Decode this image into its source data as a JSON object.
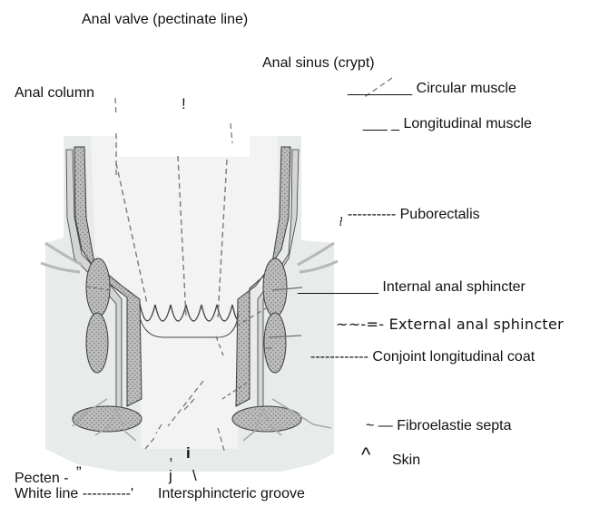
{
  "labels": {
    "anal_valve": "Anal valve (pectinate line)",
    "anal_sinus": "Anal sinus (crypt)",
    "anal_column": "Anal column",
    "circular_muscle": "________ Circular muscle",
    "longitudinal_muscle": "___ _ Longitudinal muscle",
    "puborectalis": ", ---------- Puborectalis",
    "internal_anal_sphincter": "__________ Internal anal sphincter",
    "external_anal_sphincter": "~~-=- External anal sphincter",
    "conjoint_longitudinal_coat": "------------ Conjoint longitudinal coat",
    "fibroelastic_septa": "~ — Fibroelastie septa",
    "skin_caret": "^",
    "skin": "Skin",
    "pecten": "Pecten -",
    "white_line": "White line ----------'",
    "intersphincteric_groove": "Intersphincteric groove"
  },
  "marks": {
    "exclaim": "!",
    "small_t": "t",
    "quote": "”",
    "comma": ",",
    "letter_i": "i",
    "letter_j": "j",
    "backslash": "\\"
  },
  "colors": {
    "background_tissue": "#e7ebea",
    "canal": "#f3f3f3",
    "muscle_fill": "#bcbcbc",
    "muscle_dots": "#6b6b6b",
    "outline": "#3c3c3c",
    "leader": "#6e6e6e",
    "text": "#111111"
  }
}
